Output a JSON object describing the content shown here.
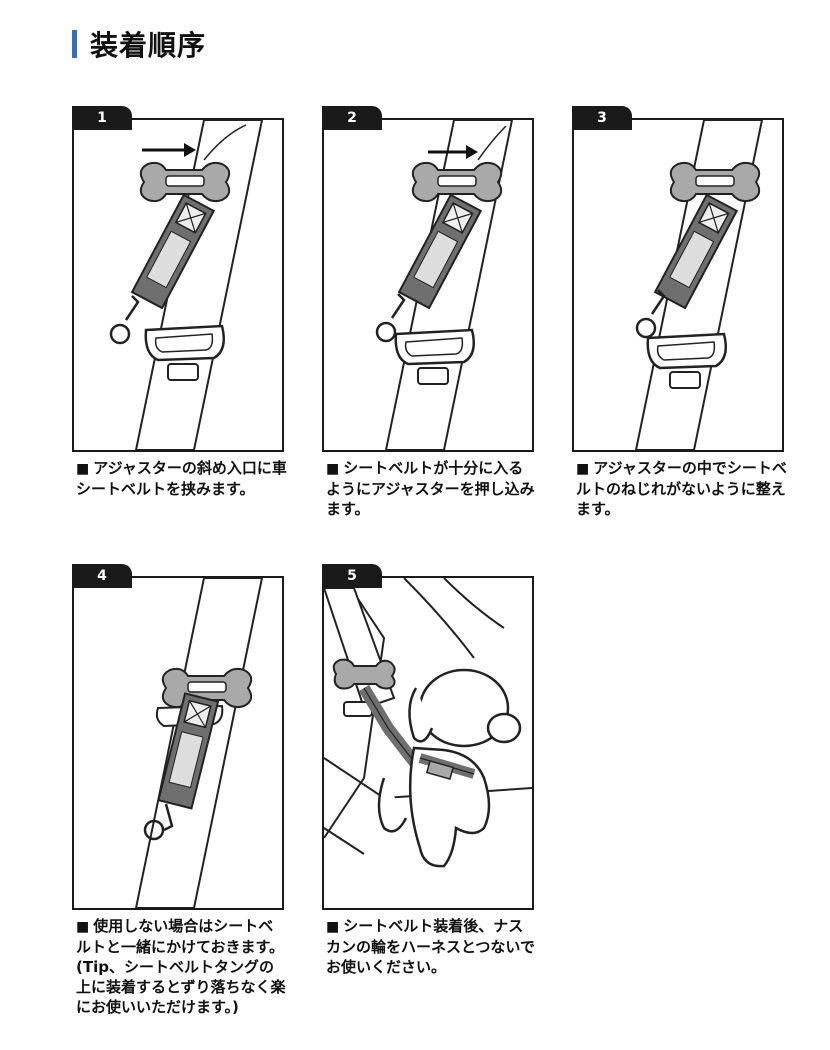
{
  "page": {
    "title": "装着順序"
  },
  "steps": [
    {
      "number": "1",
      "caption": "アジャスターの斜め入口に車シートベルトを挟みます。"
    },
    {
      "number": "2",
      "caption": "シートベルトが十分に入るようにアジャスターを押し込みます。"
    },
    {
      "number": "3",
      "caption": "アジャスターの中でシートベルトのねじれがないように整えます。"
    },
    {
      "number": "4",
      "caption": "使用しない場合はシートベルトと一緒にかけておきます。(Tip、シートベルトタングの上に装着するとずり落ちなく楽にお使いいただけます。)"
    },
    {
      "number": "5",
      "caption": "シートベルト装着後、ナスカンの輪をハーネスとつないでお使いください。"
    }
  ],
  "colors": {
    "accent": "#3b6fb0",
    "tab": "#1a1a1a",
    "adjuster": "#a9a9a9",
    "strap": "#6f6f6f"
  },
  "icons": {
    "bullet": "black-square-icon",
    "arrow": "right-arrow-icon"
  }
}
